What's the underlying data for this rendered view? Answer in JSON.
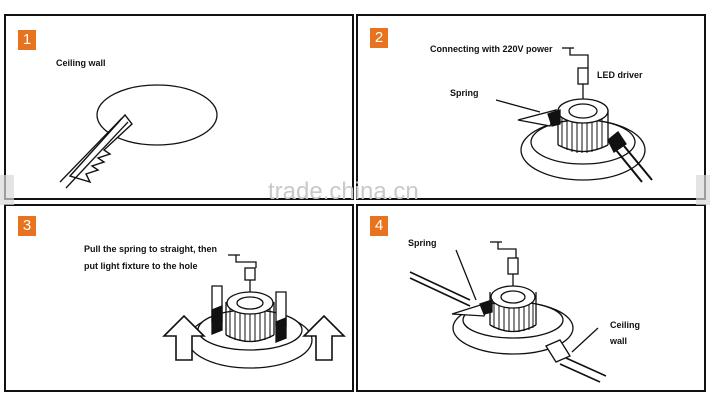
{
  "steps": [
    {
      "number": "1",
      "labels": {
        "ceiling": "Ceiling wall"
      }
    },
    {
      "number": "2",
      "labels": {
        "power": "Connecting with 220V power",
        "driver": "LED driver",
        "spring": "Spring"
      }
    },
    {
      "number": "3",
      "labels": {
        "line1": "Pull the spring to straight, then",
        "line2": "put light fixture to the hole"
      }
    },
    {
      "number": "4",
      "labels": {
        "spring": "Spring",
        "ceiling": "Ceiling",
        "wall": "wall"
      }
    }
  ],
  "watermark": "trade.china.cn",
  "colors": {
    "badge": "#e8731e",
    "line": "#111111",
    "watermark": "#c9c9c9"
  },
  "icons": [
    "saw-icon",
    "led-downlight-icon",
    "driver-box-icon",
    "up-arrow-icon"
  ]
}
